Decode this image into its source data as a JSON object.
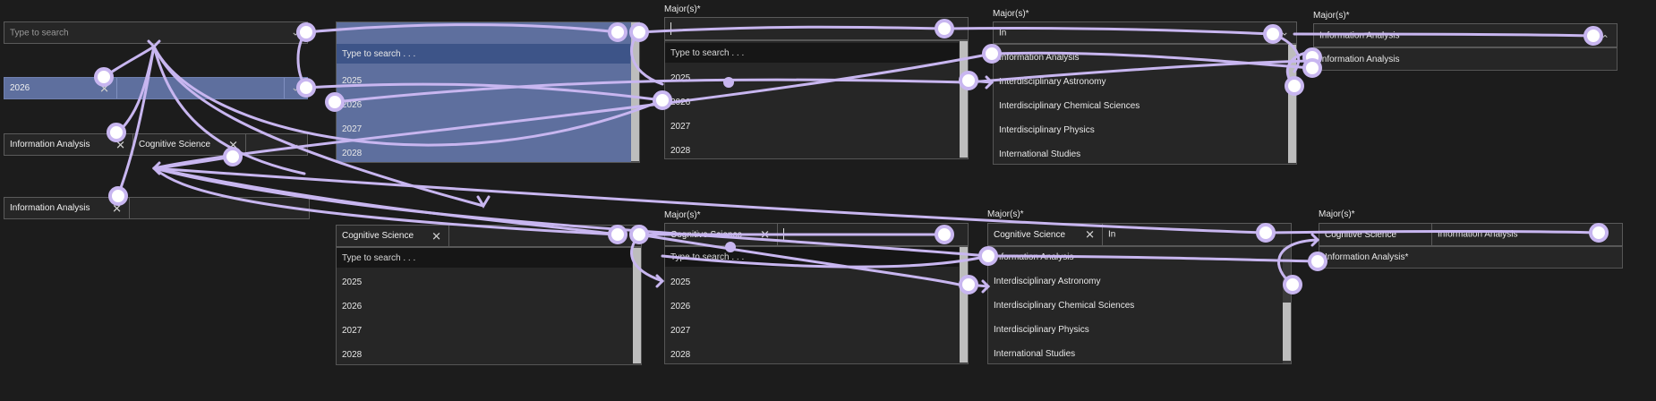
{
  "search_placeholder": "Type to search",
  "dropdown_search": "Type to search . . .",
  "years": [
    "2025",
    "2026",
    "2027",
    "2028"
  ],
  "selected_year": "2026",
  "major_label": "Major(s)*",
  "tags": {
    "info": "Information Analysis",
    "cog": "Cognitive Science"
  },
  "query": "In",
  "majors": [
    "Information Analysis",
    "Interdisciplinary Astronomy",
    "Interdisciplinary Chemical Sciences",
    "Interdisciplinary Physics",
    "International Studies"
  ],
  "info_asterisk": "Information Analysis*",
  "colors": {
    "background": "#1c1c1c",
    "selected": "#5e6f9e",
    "wire": "#c8b6f0"
  }
}
